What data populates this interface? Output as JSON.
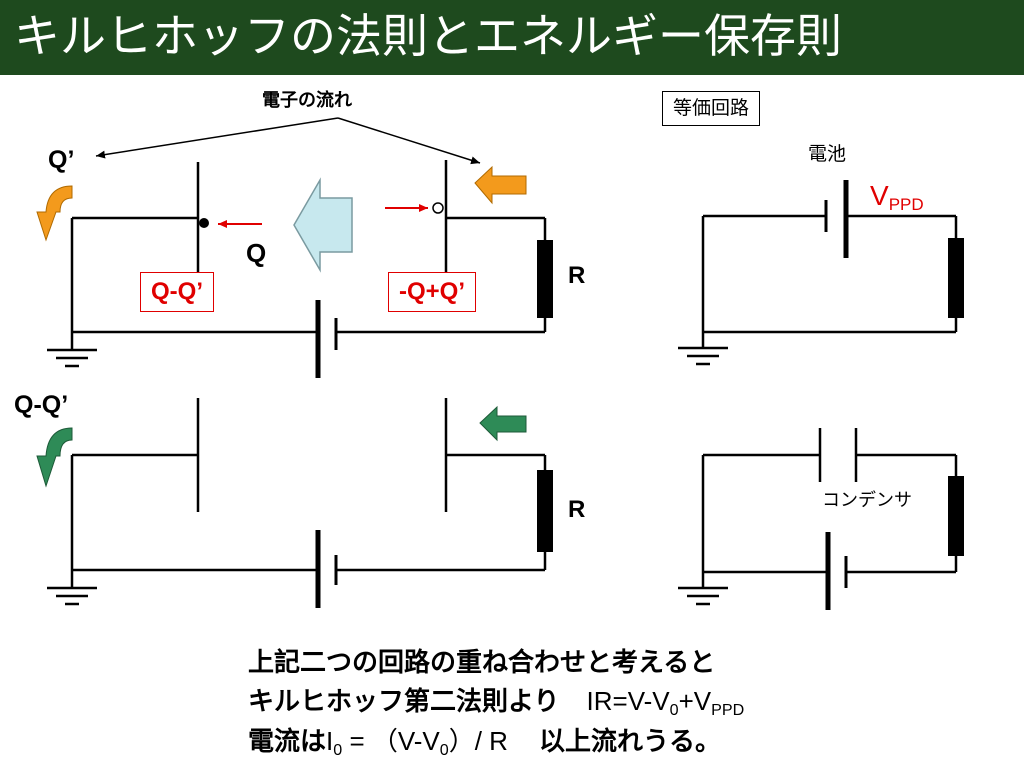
{
  "header": {
    "title": "キルヒホッフの法則とエネルギー保存則"
  },
  "labels": {
    "electron_flow": "電子の流れ",
    "q_prime": "Q’",
    "q": "Q",
    "q_minus_qp": "Q-Q’",
    "neg_q_plus_qp": "-Q+Q’",
    "r_top": "R",
    "q_minus_qp_bottom": "Q-Q’",
    "r_bottom": "R",
    "equivalent_circuit": "等価回路",
    "battery": "電池",
    "vppd_main": "V",
    "vppd_sub": "PPD",
    "capacitor": "コンデンサ"
  },
  "bottom": {
    "line1": "上記二つの回路の重ね合わせと考えると",
    "line2_jp": "キルヒホッフ第二法則より",
    "line2_eq_a": "IR=V-V",
    "line2_eq_sub0": "0",
    "line2_eq_b": "+V",
    "line2_eq_sub1": "PPD",
    "line3_jp": "電流は",
    "line3_eq_i": "I",
    "line3_eq_sub_i": "0",
    "line3_eq_mid": " = （V-V",
    "line3_eq_sub_v": "0",
    "line3_eq_end": "）/ R",
    "line3_tail": "以上流れうる。"
  },
  "colors": {
    "title_bg": "#1e4a1e",
    "orange": "#f39a1c",
    "green": "#2e8b57",
    "light_blue": "#c7e8ee",
    "red": "#e00000"
  }
}
